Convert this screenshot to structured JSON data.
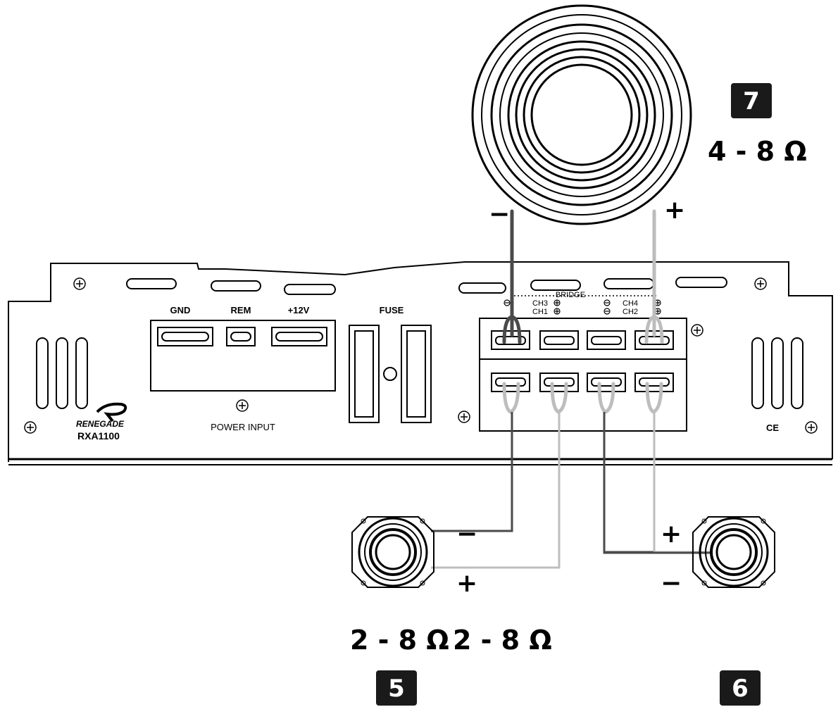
{
  "amplifier": {
    "brand": "RENEGADE",
    "model": "RXA1100",
    "power": {
      "gnd": "GND",
      "rem": "REM",
      "v12": "+12V",
      "caption": "POWER INPUT"
    },
    "fuse": "FUSE",
    "bridge": "BRIDGE",
    "ch3": "CH3",
    "ch1": "CH1",
    "ch4": "CH4",
    "ch2": "CH2",
    "ce_mark": "CE"
  },
  "speakers": {
    "big": {
      "badge": "7",
      "impedance": "4 - 8 Ω",
      "minus": "−",
      "plus": "+"
    },
    "left": {
      "badge": "5",
      "impedance": "2 - 8 Ω",
      "minus": "−",
      "plus": "+"
    },
    "right": {
      "badge": "6",
      "impedance": "2 - 8 Ω",
      "minus": "−",
      "plus": "+"
    }
  },
  "colors": {
    "outline": "#000000",
    "wire_dark": "#4a4a4a",
    "wire_light": "#bdbdbd",
    "badge_bg": "#1a1a1a"
  }
}
